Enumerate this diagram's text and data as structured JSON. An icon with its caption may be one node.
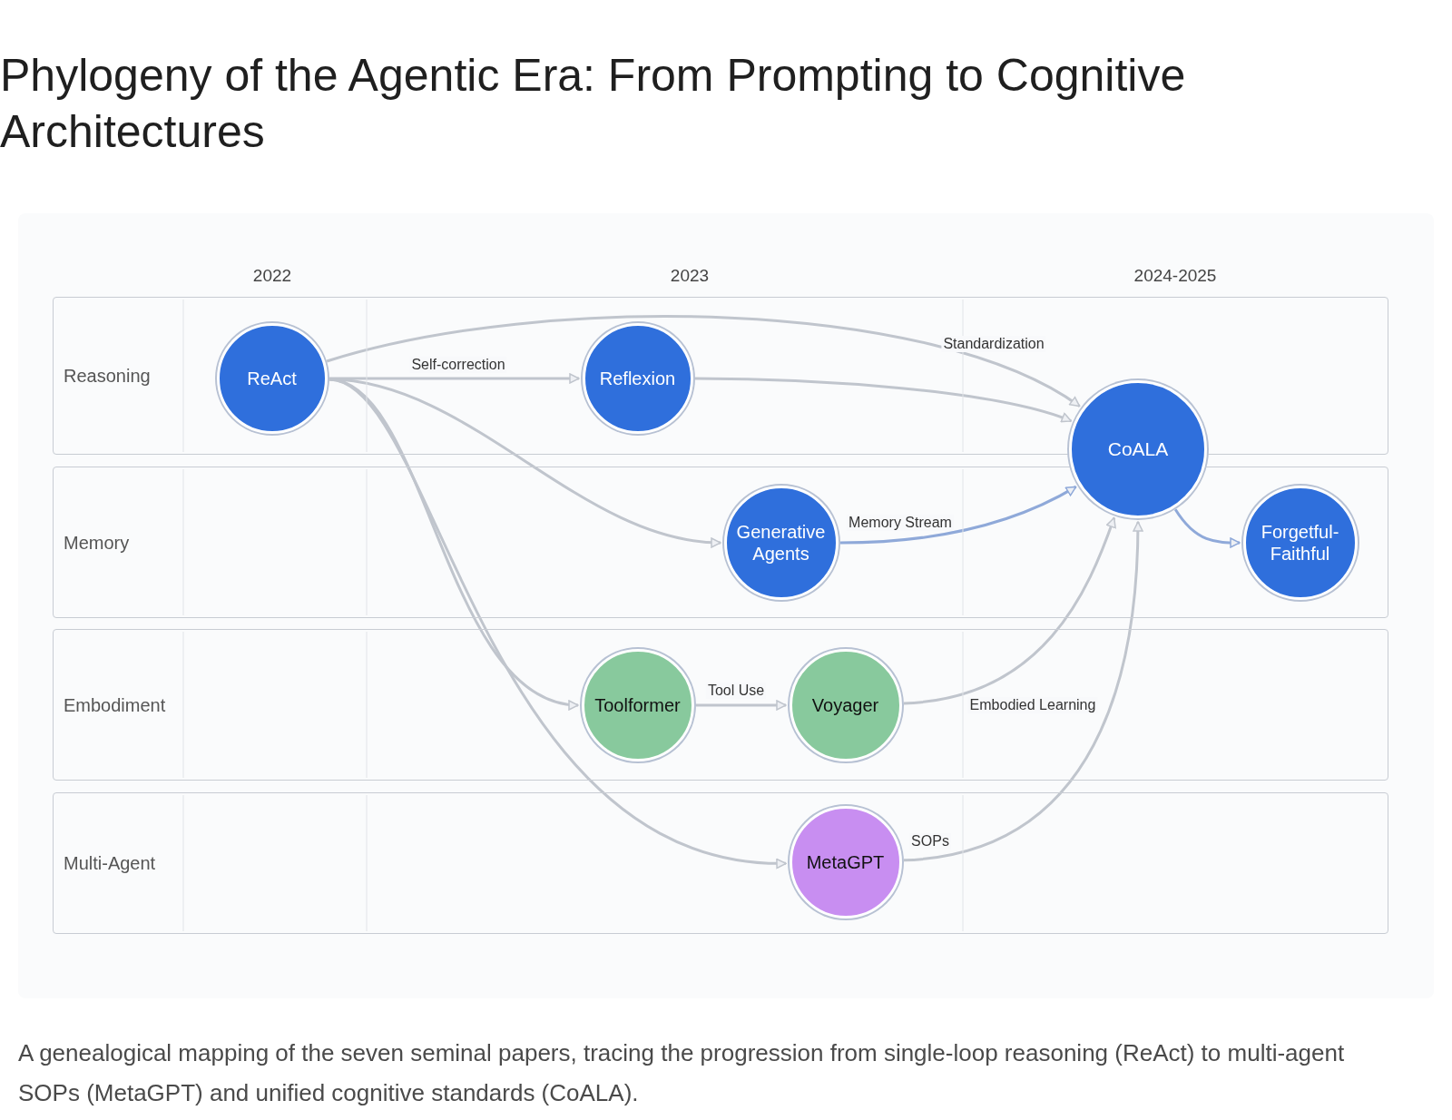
{
  "diagram": {
    "title": "Phylogeny of the Agentic Era: From Prompting to Cognitive Architectures",
    "caption": "A genealogical mapping of the seven seminal papers, tracing the progression from single-loop reasoning (ReAct) to multi-agent SOPs (MetaGPT) and unified cognitive standards (CoALA).",
    "nodes": [
      {
        "text": [
          "Reasoning"
        ]
      },
      {
        "text": [
          "ReAct"
        ],
        "in": 0
      },
      {
        "text": [
          "Reflexion"
        ],
        "in": 0
      },
      {
        "text": [
          "CoALA"
        ]
      },
      {
        "text": [
          "Memory"
        ]
      },
      {
        "text": [
          "Generative Agents"
        ],
        "in": 4
      },
      {
        "text": [
          "Forgetful-Faithful"
        ],
        "in": 4
      },
      {
        "text": [
          "Embodiment"
        ]
      },
      {
        "text": [
          "Toolformer"
        ],
        "in": 7
      },
      {
        "text": [
          "Voyager"
        ],
        "in": 7
      },
      {
        "text": [
          "Multi-Agent"
        ]
      },
      {
        "text": [
          "MetaGPT"
        ],
        "in": 10
      }
    ],
    "edges": [
      {
        "from": 1,
        "to": 3,
        "arrow": "to",
        "label": "Standardization"
      },
      {
        "from": 1,
        "to": 2,
        "arrow": "to",
        "label": "Self-correction"
      },
      {
        "from": 2,
        "to": 3,
        "arrow": "to"
      },
      {
        "from": 1,
        "to": 5,
        "arrow": "to"
      },
      {
        "from": 1,
        "to": 8,
        "arrow": "to"
      },
      {
        "from": 1,
        "to": 11,
        "arrow": "to"
      },
      {
        "from": 5,
        "to": 3,
        "arrow": "to",
        "label": "Memory Stream",
        "color": "#8fa9d9"
      },
      {
        "from": 8,
        "to": 9,
        "arrow": "to",
        "label": "Tool Use"
      },
      {
        "from": 9,
        "to": 3,
        "arrow": "to",
        "label": "Embodied Learning"
      },
      {
        "from": 11,
        "to": 3,
        "arrow": "to",
        "label": "SOPs"
      },
      {
        "from": 3,
        "to": 6,
        "arrow": "to",
        "color": "#8fa9d9"
      }
    ],
    "labels": [
      "2022",
      "2023",
      "2024-2025"
    ]
  }
}
